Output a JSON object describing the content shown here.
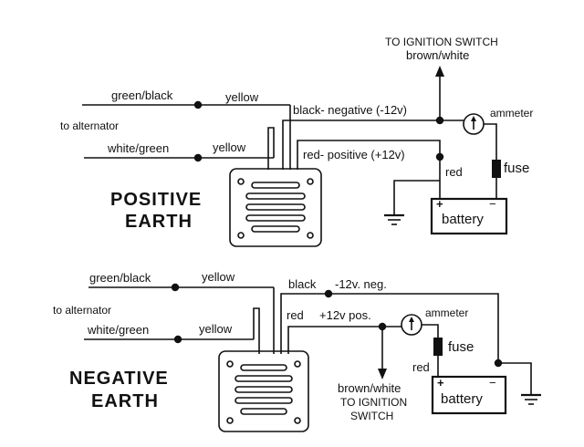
{
  "positive": {
    "title_line1": "POSITIVE",
    "title_line2": "EARTH",
    "to_alternator": "to alternator",
    "green_black": "green/black",
    "white_green": "white/green",
    "yellow1": "yellow",
    "yellow2": "yellow",
    "black_negative": "black- negative (-12v)",
    "red_positive": "red- positive (+12v)",
    "ignition_line1": "TO IGNITION SWITCH",
    "ignition_line2": "brown/white",
    "ammeter": "ammeter",
    "fuse": "fuse",
    "red": "red",
    "battery": "battery",
    "plus": "+",
    "minus": "−"
  },
  "negative": {
    "title_line1": "NEGATIVE",
    "title_line2": "EARTH",
    "to_alternator": "to alternator",
    "green_black": "green/black",
    "white_green": "white/green",
    "yellow1": "yellow",
    "yellow2": "yellow",
    "black": "black",
    "neg_12v": "-12v. neg.",
    "red_wire": "red",
    "pos_12v": "+12v pos.",
    "ammeter": "ammeter",
    "fuse": "fuse",
    "red": "red",
    "ignition_line1": "brown/white",
    "ignition_line2": "TO IGNITION",
    "ignition_line3": "SWITCH",
    "battery": "battery",
    "plus": "+",
    "minus": "−"
  }
}
